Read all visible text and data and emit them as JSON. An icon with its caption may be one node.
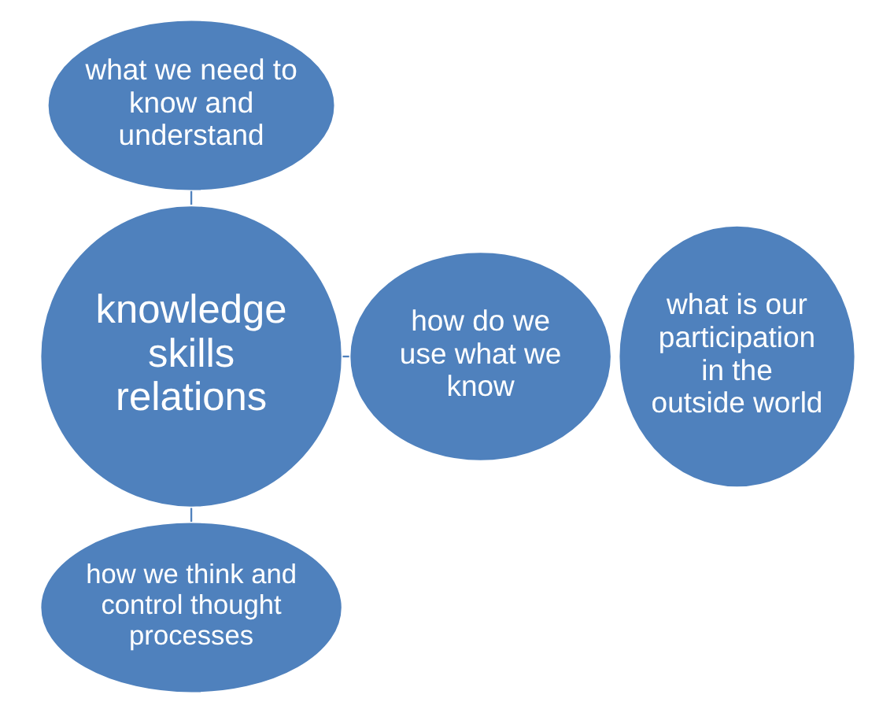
{
  "diagram": {
    "nodes": [
      {
        "text": [
          "what we need to know and understand"
        ]
      },
      {
        "text": [
          "how do we use what we know"
        ]
      },
      {
        "text": [
          "knowledge skills relations"
        ]
      },
      {
        "text": [
          "what is our participation in the outside world"
        ]
      },
      {
        "text": [
          "how we think and control thought processes"
        ]
      }
    ],
    "edges": [
      {
        "from": 2,
        "to": 0,
        "arrow": "none"
      },
      {
        "from": 2,
        "to": 1,
        "arrow": "none"
      },
      {
        "from": 2,
        "to": 4,
        "arrow": "none"
      }
    ]
  }
}
